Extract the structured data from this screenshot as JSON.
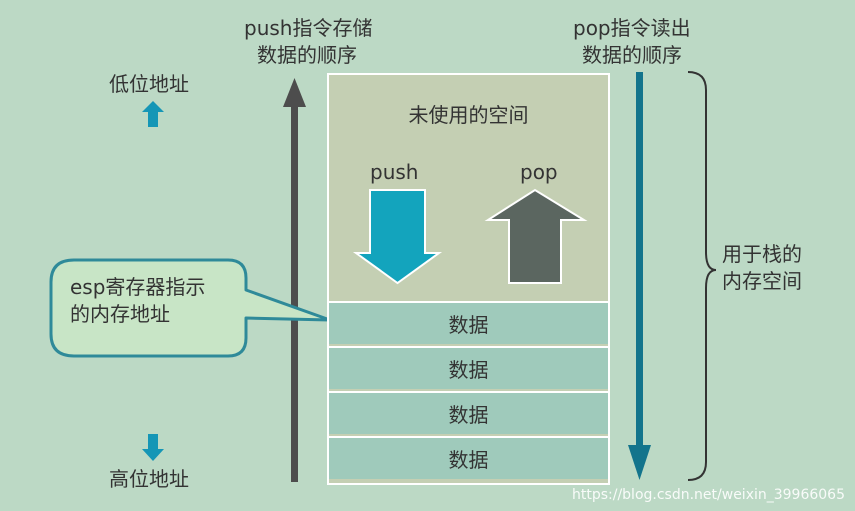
{
  "labels": {
    "push_order_line1": "push指令存储",
    "push_order_line2": "数据的顺序",
    "pop_order_line1": "pop指令读出",
    "pop_order_line2": "数据的顺序",
    "low_address": "低位地址",
    "high_address": "高位地址",
    "stack_space_line1": "用于栈的",
    "stack_space_line2": "内存空间",
    "esp_line1": "esp寄存器指示",
    "esp_line2": "的内存地址"
  },
  "stack": {
    "unused_label": "未使用的空间",
    "push_label": "push",
    "pop_label": "pop",
    "cells": [
      "数据",
      "数据",
      "数据",
      "数据"
    ]
  },
  "watermark": "https://blog.csdn.net/weixin_39966065",
  "colors": {
    "background": "#bcd9c5",
    "push_arrow": "#13a4bd",
    "pop_arrow": "#5b6660",
    "pop_order_arrow": "#13748c",
    "push_order_arrow": "#4d4d4d",
    "address_arrow": "#1596b6",
    "callout_fill": "#c8e5c6",
    "callout_border": "#2f8a99",
    "cell_fill": "#9fcabb",
    "unused_fill": "#c4cfb3"
  }
}
